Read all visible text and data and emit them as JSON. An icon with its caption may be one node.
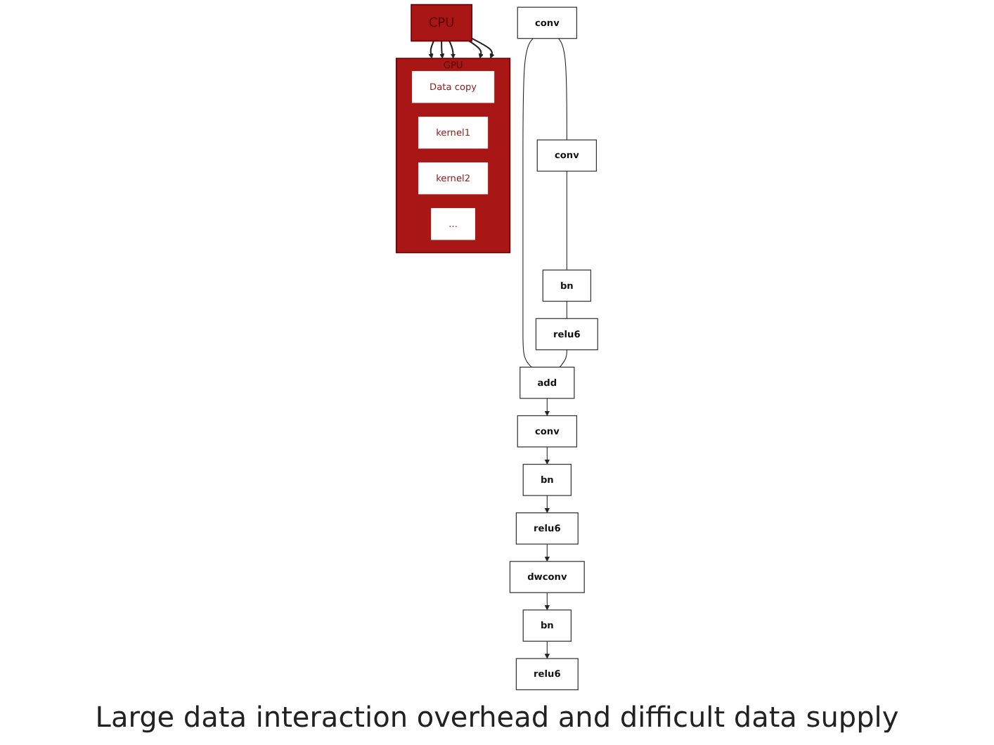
{
  "diagram": {
    "caption": "Large data interaction overhead and difficult data supply",
    "nodes": [
      {
        "text": [
          "conv"
        ]
      },
      {
        "text": [
          "conv"
        ]
      },
      {
        "text": [
          "bn"
        ]
      },
      {
        "text": [
          "relu6"
        ]
      },
      {
        "text": [
          "add"
        ]
      },
      {
        "text": [
          "conv"
        ]
      },
      {
        "text": [
          "bn"
        ]
      },
      {
        "text": [
          "relu6"
        ]
      },
      {
        "text": [
          "dwconv"
        ]
      },
      {
        "text": [
          "bn"
        ]
      },
      {
        "text": [
          "relu6"
        ]
      },
      {
        "text": [
          "CPU"
        ]
      },
      {
        "text": [
          "GPU"
        ]
      },
      {
        "text": [
          "Data copy"
        ],
        "in": 12
      },
      {
        "text": [
          "kernel1"
        ],
        "in": 12
      },
      {
        "text": [
          "kernel2"
        ],
        "in": 12
      },
      {
        "text": [
          "..."
        ],
        "in": 12
      }
    ],
    "edges": [
      {
        "from": 0,
        "to": 1,
        "arrow": "none"
      },
      {
        "from": 0,
        "to": 4,
        "arrow": "none"
      },
      {
        "from": 1,
        "to": 2,
        "arrow": "none"
      },
      {
        "from": 2,
        "to": 3,
        "arrow": "none"
      },
      {
        "from": 3,
        "to": 4,
        "arrow": "none"
      },
      {
        "from": 4,
        "to": 5,
        "arrow": "to"
      },
      {
        "from": 5,
        "to": 6,
        "arrow": "to"
      },
      {
        "from": 6,
        "to": 7,
        "arrow": "to"
      },
      {
        "from": 7,
        "to": 8,
        "arrow": "to"
      },
      {
        "from": 8,
        "to": 9,
        "arrow": "to"
      },
      {
        "from": 9,
        "to": 10,
        "arrow": "to"
      },
      {
        "from": 11,
        "to": 12,
        "arrow": "to"
      },
      {
        "from": 11,
        "to": 12,
        "arrow": "to"
      },
      {
        "from": 11,
        "to": 12,
        "arrow": "to"
      },
      {
        "from": 11,
        "to": 12,
        "arrow": "to"
      },
      {
        "from": 11,
        "to": 12,
        "arrow": "to"
      }
    ]
  }
}
